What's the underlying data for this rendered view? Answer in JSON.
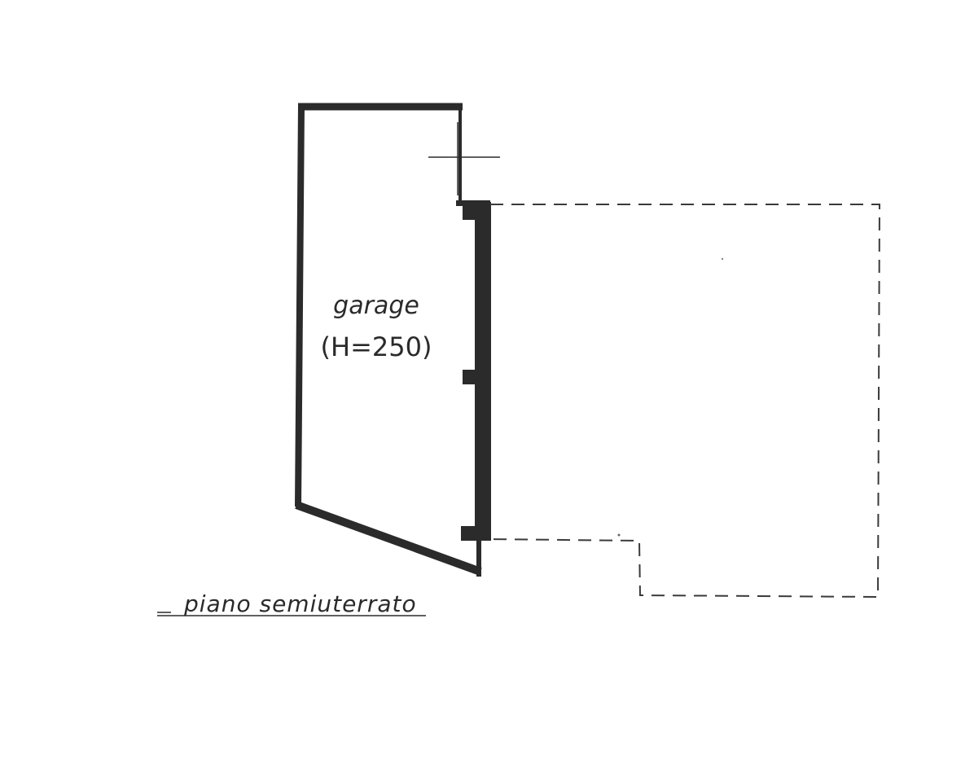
{
  "room": {
    "name": "garage",
    "height": "(H=250)"
  },
  "floor_label": "piano semiuterrato",
  "colors": {
    "wall": "#2b2b2b",
    "dashed_outline": "#3a3a3a",
    "text": "#2a2a2a",
    "background": "#ffffff"
  }
}
